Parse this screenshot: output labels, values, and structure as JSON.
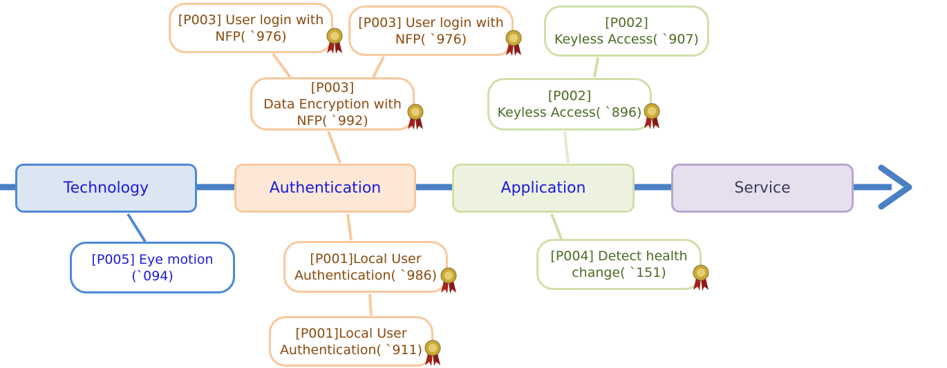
{
  "colors": {
    "axis": "#4a7fc4",
    "orange_border": "#f9c89b",
    "orange_text": "#8a4a0e",
    "green_border": "#cfe0a9",
    "green_text": "#4b6b23",
    "blue_text": "#1a1adb"
  },
  "stages": [
    {
      "id": "technology",
      "label": "Technology",
      "fill": "#dce6f3",
      "border": "#4c88d6",
      "text": "#1a1adb"
    },
    {
      "id": "authentication",
      "label": "Authentication",
      "fill": "#fde8d8",
      "border": "#f9c89b",
      "text": "#1a1adb"
    },
    {
      "id": "application",
      "label": "Application",
      "fill": "#edf2e0",
      "border": "#cfe0a9",
      "text": "#1a1adb"
    },
    {
      "id": "service",
      "label": "Service",
      "fill": "#e6e0ee",
      "border": "#b7a6cb",
      "text": "#3c3c5a"
    }
  ],
  "nodes": [
    {
      "id": "auth-top-1",
      "text": "[P003] User login with\nNFP( `976)",
      "badge": true,
      "theme": "orange"
    },
    {
      "id": "auth-top-2",
      "text": "[P003] User login with\nNFP( `976)",
      "badge": true,
      "theme": "orange"
    },
    {
      "id": "auth-mid",
      "text": "[P003]\nData Encryption with\nNFP( `992)",
      "badge": true,
      "theme": "orange"
    },
    {
      "id": "app-top",
      "text": "[P002]\nKeyless Access( `907)",
      "badge": false,
      "theme": "green"
    },
    {
      "id": "app-mid",
      "text": "[P002]\nKeyless Access( `896)",
      "badge": true,
      "theme": "green"
    },
    {
      "id": "tech-low",
      "text": "[P005] Eye motion\n(`094)",
      "badge": false,
      "theme": "blue"
    },
    {
      "id": "auth-low-1",
      "text": "[P001]Local User\nAuthentication( `986)",
      "badge": true,
      "theme": "orange"
    },
    {
      "id": "auth-low-2",
      "text": "[P001]Local User\nAuthentication( `911)",
      "badge": true,
      "theme": "orange"
    },
    {
      "id": "app-low",
      "text": "[P004] Detect health\nchange( `151)",
      "badge": true,
      "theme": "green"
    }
  ]
}
